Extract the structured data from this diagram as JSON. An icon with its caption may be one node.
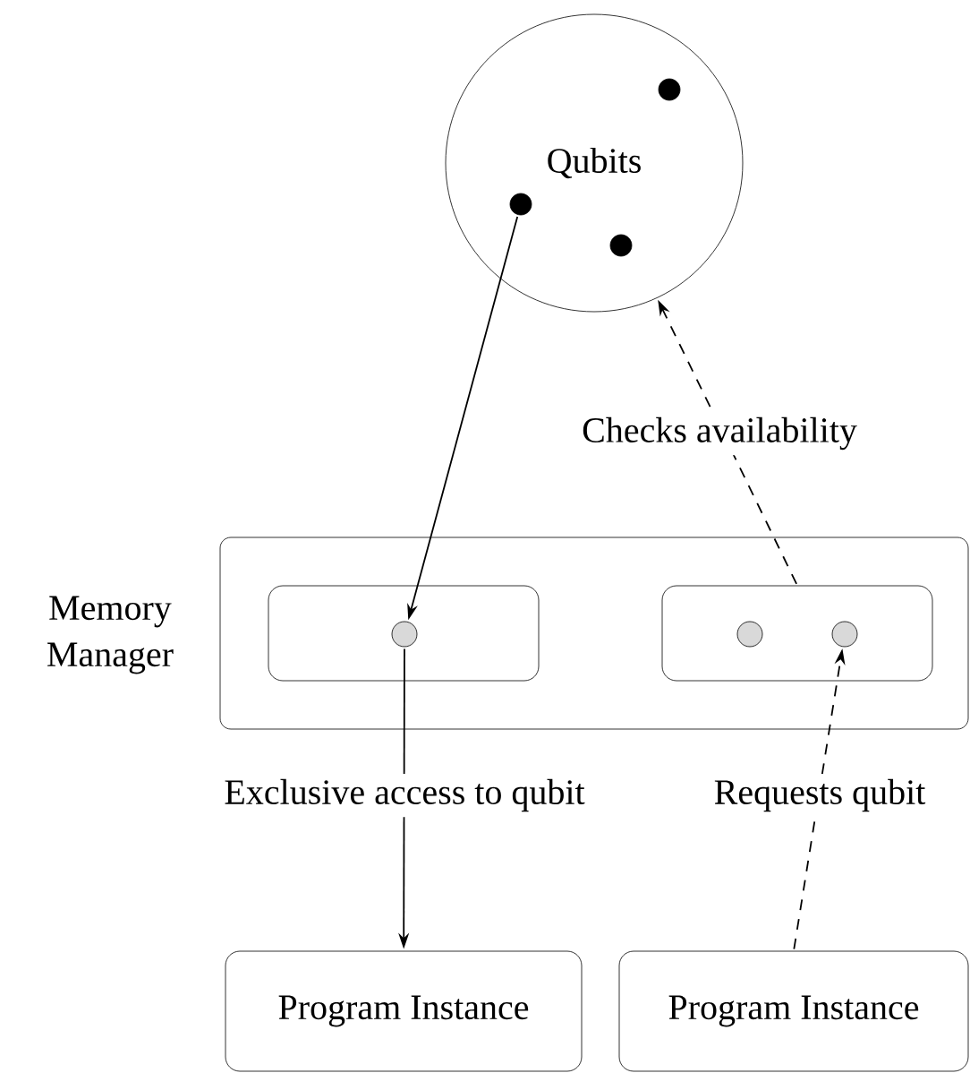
{
  "diagram": {
    "nodes": [
      {
        "text": [
          "Qubits"
        ]
      },
      {
        "text": [],
        "shape": "circle",
        "in": 0
      },
      {
        "text": [],
        "shape": "circle",
        "in": 0
      },
      {
        "text": [],
        "shape": "circle",
        "in": 0
      },
      {
        "text": [
          "Memory Manager"
        ]
      },
      {
        "text": [],
        "shape": "box",
        "in": 4
      },
      {
        "text": [],
        "shape": "box",
        "in": 4
      },
      {
        "text": [],
        "shape": "circle",
        "in": 5
      },
      {
        "text": [],
        "shape": "circle",
        "in": 6
      },
      {
        "text": [],
        "shape": "circle",
        "in": 6
      },
      {
        "text": [
          "Program Instance"
        ]
      },
      {
        "text": [
          "Program Instance"
        ]
      }
    ],
    "edges": [
      {
        "from": 1,
        "to": 7,
        "arrow": "to"
      },
      {
        "from": 7,
        "to": 10,
        "arrow": "to",
        "label": "Exclusive access to qubit"
      },
      {
        "from": 11,
        "to": 9,
        "arrow": "to",
        "label": "Requests qubit",
        "style": "dashed"
      },
      {
        "from": 6,
        "to": 0,
        "arrow": "to",
        "label": "Checks availability",
        "style": "dashed"
      }
    ]
  }
}
